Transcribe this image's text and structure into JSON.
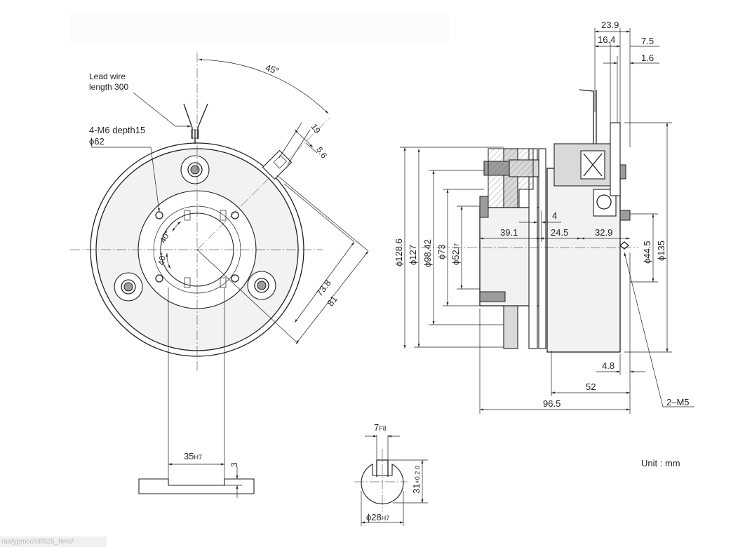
{
  "labels": {
    "lead_wire": "Lead wire",
    "lead_length": "length 300",
    "holes": "4-M6 depth15",
    "pcd": "ϕ62",
    "angle_45": "45°",
    "angle_40a": "40°",
    "angle_40b": "40°",
    "d19": "19",
    "d56": "5.6",
    "d738": "73.8",
    "d81": "81",
    "bore_main": "35",
    "bore_main_tol": "H7",
    "key_depth_left": "3",
    "key_width": "7",
    "key_width_tol": "F8",
    "key_height": "31",
    "key_height_tol": "+0.2 0",
    "shaft_dia": "ϕ28",
    "shaft_dia_tol": "H7",
    "d239": "23.9",
    "d164": "16.4",
    "d75": "7.5",
    "d16": "1.6",
    "phi1286": "ϕ128.6",
    "phi127": "ϕ127",
    "phi9842": "ϕ98.42",
    "phi73": "ϕ73",
    "phi52": "ϕ52",
    "phi52_tol": "J7",
    "phi445": "ϕ44.5",
    "phi135": "ϕ135",
    "d4": "4",
    "d391": "39.1",
    "d245": "24.5",
    "d329": "32.9",
    "d48": "4.8",
    "d52": "52",
    "d965": "96.5",
    "m5": "2–M5",
    "unit": "Unit : mm"
  },
  "url_fragment": "ras/ypmcc/cf/825_hmc/"
}
